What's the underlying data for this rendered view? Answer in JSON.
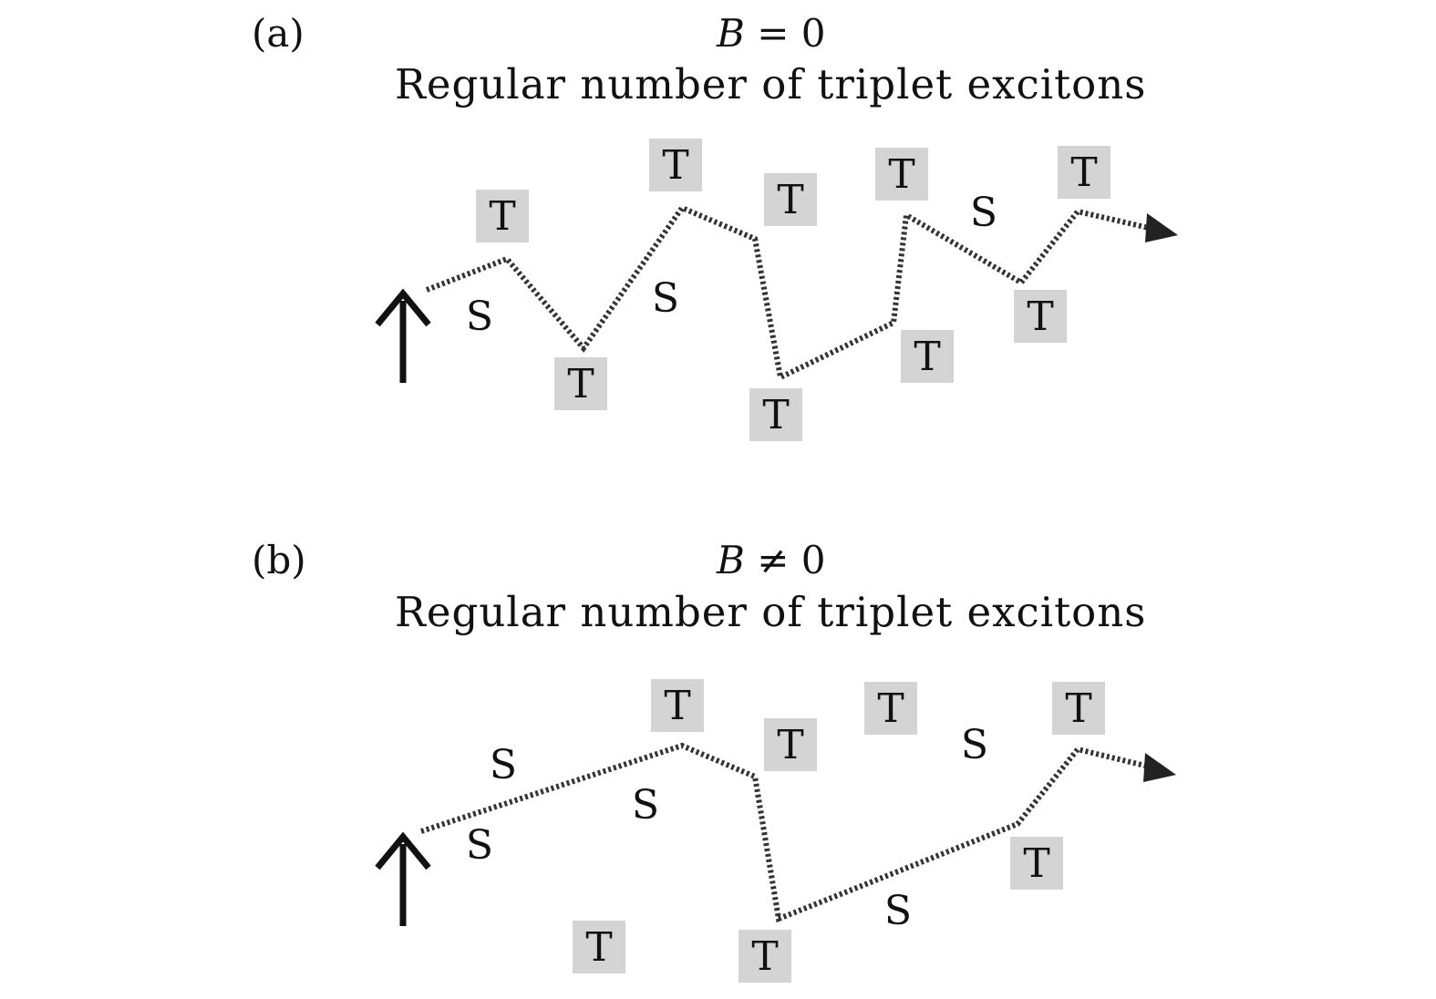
{
  "panel_a": {
    "label": "(a)",
    "condition_var": "B",
    "condition_rest": " = 0",
    "subtitle": "Regular number of triplet excitons",
    "triplet_text": "T",
    "singlet_text": "S"
  },
  "panel_b": {
    "label": "(b)",
    "condition_var": "B",
    "condition_rest": " ≠ 0",
    "subtitle": "Regular number of triplet excitons",
    "triplet_text": "T",
    "singlet_text": "S"
  },
  "colors": {
    "box_fill": "#d4d4d4",
    "ink": "#111111",
    "path": "#333333"
  }
}
